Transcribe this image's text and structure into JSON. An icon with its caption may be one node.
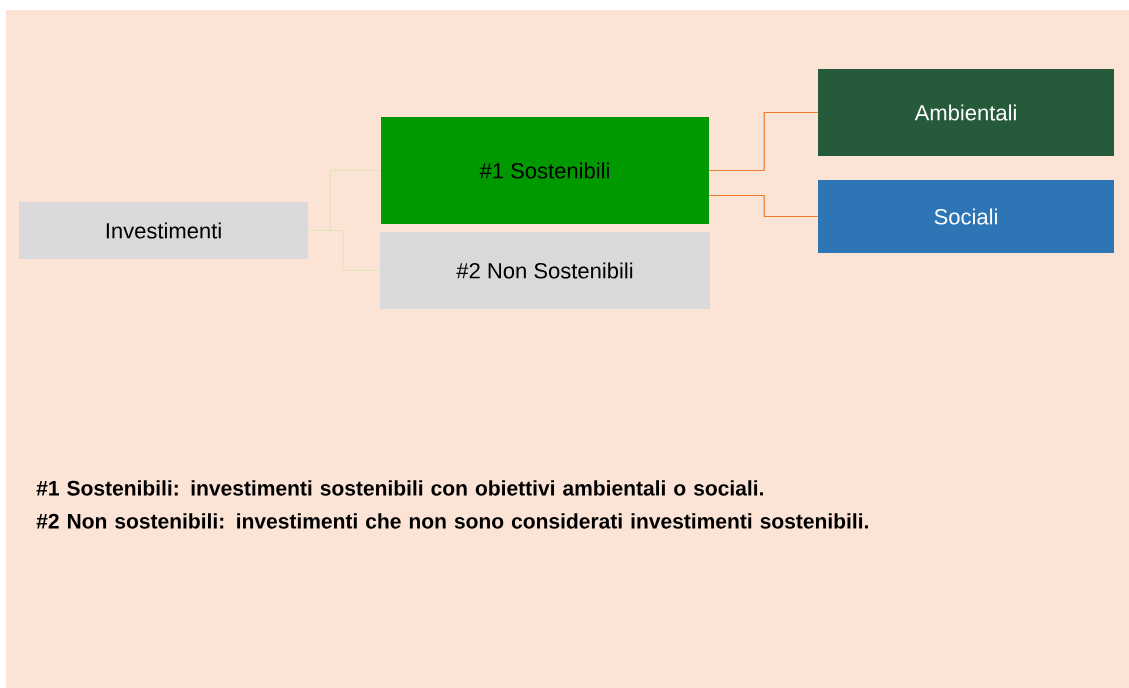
{
  "diagram": {
    "nodes": [
      {
        "text": [
          "Investimenti"
        ]
      },
      {
        "text": [
          "#1 Sostenibili"
        ]
      },
      {
        "text": [
          "#2 Non Sostenibili"
        ]
      },
      {
        "text": [
          "Ambientali"
        ]
      },
      {
        "text": [
          "Sociali"
        ]
      }
    ],
    "edges": [
      {
        "from": 0,
        "to": 1,
        "arrow": "none",
        "color": "#e2e6b4"
      },
      {
        "from": 0,
        "to": 2,
        "arrow": "none",
        "color": "#e2e6b4"
      },
      {
        "from": 1,
        "to": 3,
        "arrow": "none",
        "color": "#ed7d31"
      },
      {
        "from": 1,
        "to": 4,
        "arrow": "none",
        "color": "#ed7d31"
      }
    ],
    "labels": [
      "#1 Sostenibili: investimenti sostenibili con obiettivi ambientali o sociali.",
      "#2 Non sostenibili: investimenti che non sono considerati investimenti sostenibili."
    ]
  }
}
